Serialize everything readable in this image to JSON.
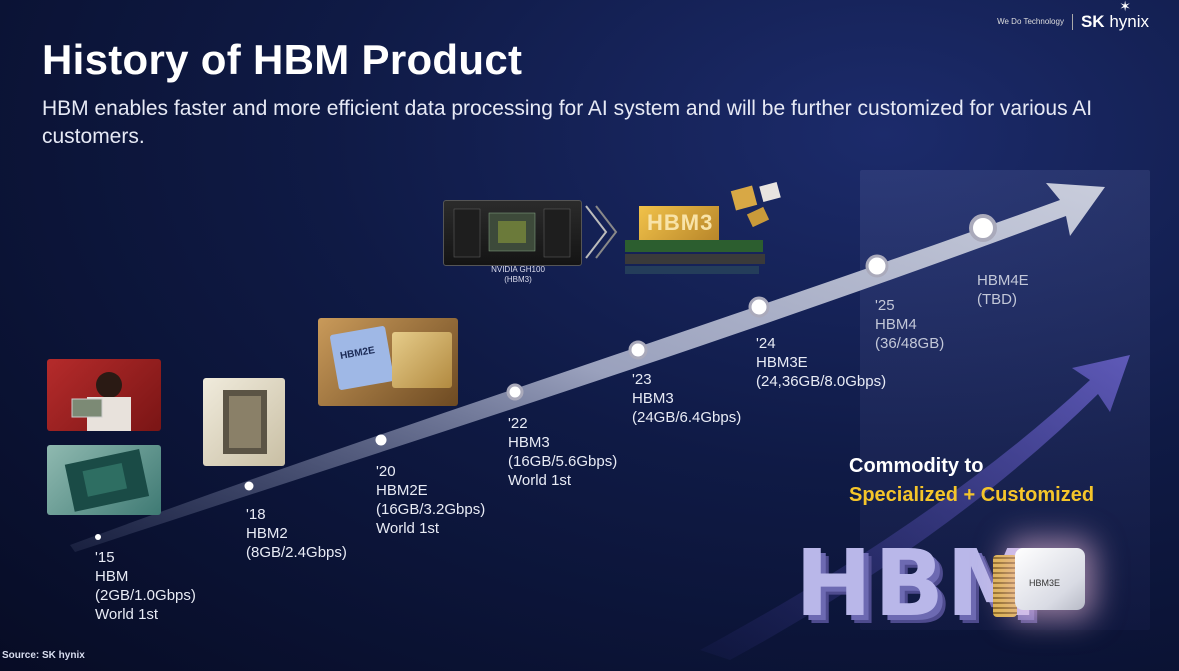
{
  "brand": {
    "tagline": "We Do Technology",
    "logo_sk": "SK",
    "logo_hynix": "hynix"
  },
  "header": {
    "title": "History of HBM Product",
    "subtitle": "HBM enables faster and more efficient data processing for AI system and will be further customized for various AI customers."
  },
  "milestones": [
    {
      "year": "'15",
      "name": "HBM",
      "spec": "(2GB/1.0Gbps)",
      "note": "World 1st"
    },
    {
      "year": "'18",
      "name": "HBM2",
      "spec": "(8GB/2.4Gbps)",
      "note": ""
    },
    {
      "year": "'20",
      "name": "HBM2E",
      "spec": "(16GB/3.2Gbps)",
      "note": "World 1st"
    },
    {
      "year": "'22",
      "name": "HBM3",
      "spec": "(16GB/5.6Gbps)",
      "note": "World 1st"
    },
    {
      "year": "'23",
      "name": "HBM3",
      "spec": "(24GB/6.4Gbps)",
      "note": ""
    },
    {
      "year": "'24",
      "name": "HBM3E",
      "spec": "(24,36GB/8.0Gbps)",
      "note": ""
    },
    {
      "year": "'25",
      "name": "HBM4",
      "spec": "(36/48GB)",
      "note": ""
    },
    {
      "year": "",
      "name": "HBM4E",
      "spec": "(TBD)",
      "note": ""
    }
  ],
  "images": {
    "gpu_caption_line1": "NVIDIA GH100",
    "gpu_caption_line2": "(HBM3)",
    "hbm2e_chip_label": "HBM2E",
    "hbm3_stack_label": "HBM3",
    "hbm_big_text": "HBM",
    "hbm3e_chip_label": "HBM3E"
  },
  "callout": {
    "line1": "Commodity to",
    "line2": "Specialized + Customized"
  },
  "footer": {
    "source": "Source: SK hynix"
  },
  "colors": {
    "accent": "#f5c52a",
    "arrow": "#b9bdd0",
    "arrow_purple": "#6a62c8",
    "background": "#0f1a45"
  }
}
